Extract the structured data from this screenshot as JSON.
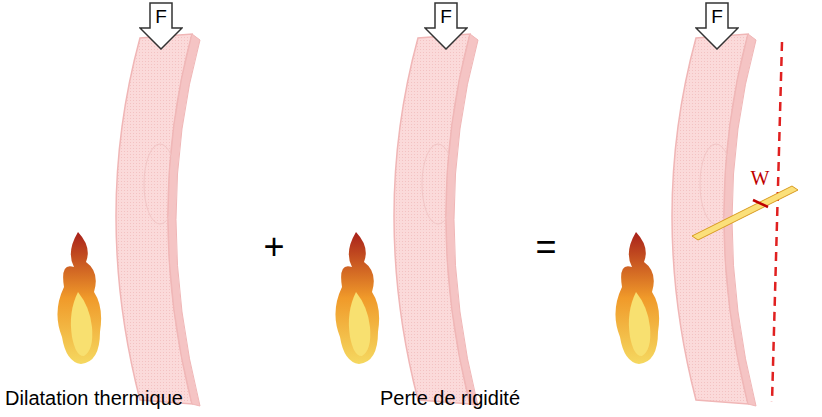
{
  "diagram": {
    "nodes": [
      {
        "text": [
          "F"
        ]
      },
      {
        "text": [
          "F"
        ]
      },
      {
        "text": [
          "F"
        ]
      }
    ],
    "labels": [
      "+",
      "=",
      "W",
      "Dilatation thermique",
      "Perte de rigidité"
    ]
  }
}
